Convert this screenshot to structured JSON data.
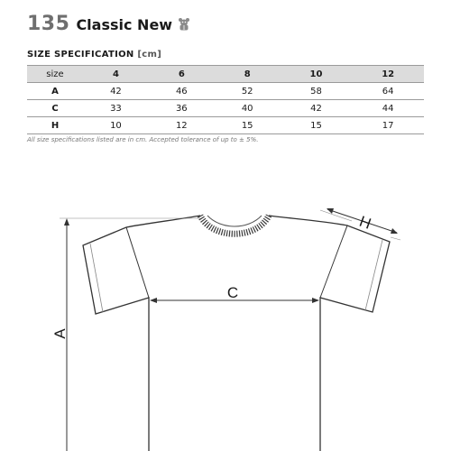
{
  "header": {
    "code": "135",
    "name": "Classic New",
    "logo_icon": "bear-logo-icon"
  },
  "spec": {
    "title": "SIZE SPECIFICATION",
    "unit": "[cm]"
  },
  "table": {
    "columns": [
      "size",
      "4",
      "6",
      "8",
      "10",
      "12"
    ],
    "rows": [
      {
        "label": "A",
        "values": [
          "42",
          "46",
          "52",
          "58",
          "64"
        ]
      },
      {
        "label": "C",
        "values": [
          "33",
          "36",
          "40",
          "42",
          "44"
        ]
      },
      {
        "label": "H",
        "values": [
          "10",
          "12",
          "15",
          "15",
          "17"
        ]
      }
    ]
  },
  "note": "All size specifications listed are in cm. Accepted tolerance of up to ± 5%.",
  "diagram": {
    "labels": {
      "a": "A",
      "c": "C",
      "h": "H"
    },
    "colors": {
      "stroke": "#333333",
      "collar": "#3a3a3a"
    }
  }
}
